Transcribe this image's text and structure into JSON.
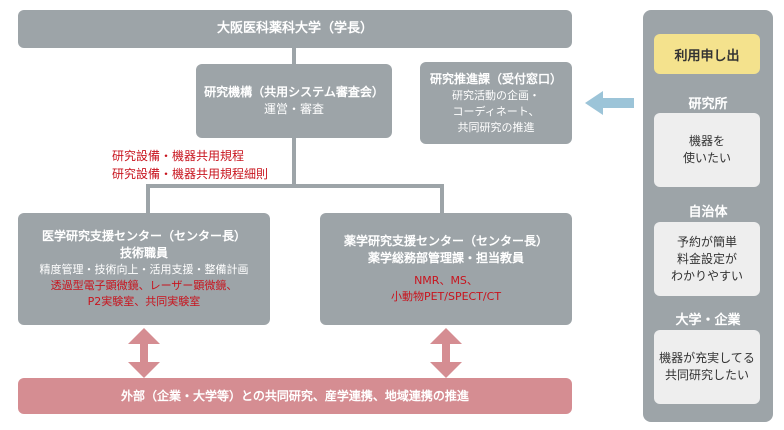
{
  "top_box": {
    "label": "大阪医科薬科大学（学長）"
  },
  "research_org": {
    "title": "研究機構（共用システム審査会）",
    "subtitle": "運営・審査"
  },
  "promotion_office": {
    "title": "研究推進課（受付窓口）",
    "lines": [
      "研究活動の企画・",
      "コーディネート、",
      "共同研究の推進"
    ]
  },
  "rules": [
    "研究設備・機器共用規程",
    "研究設備・機器共用規程細則"
  ],
  "medical_center": {
    "title": "医学研究支援センター（センター長）",
    "subtitle": "技術職員",
    "duties": "精度管理・技術向上・活用支援・整備計画",
    "red_lines": [
      "透過型電子顕微鏡、レーザー顕微鏡、",
      "P2実験室、共同実験室"
    ]
  },
  "pharma_center": {
    "title": "薬学研究支援センター（センター長）",
    "subtitle": "薬学総務部管理課・担当教員",
    "red_lines": [
      "NMR、MS、",
      "小動物PET/SPECT/CT"
    ]
  },
  "bottom_bar": {
    "label": "外部（企業・大学等）との共同研究、産学連携、地域連携の推進"
  },
  "sidebar": {
    "apply_label": "利用申し出",
    "groups": [
      {
        "heading": "研究所",
        "lines": [
          "機器を",
          "使いたい"
        ]
      },
      {
        "heading": "自治体",
        "lines": [
          "予約が簡単",
          "料金設定が",
          "わかりやすい"
        ]
      },
      {
        "heading": "大学・企業",
        "lines": [
          "機器が充実してる",
          "共同研究したい"
        ]
      }
    ]
  },
  "colors": {
    "box_gray": "#9da4a8",
    "accent_red": "#c8141e",
    "pink_bar": "#d58d92",
    "apply_yellow": "#f4e28d",
    "arrow_blue": "#9cc4d8"
  }
}
